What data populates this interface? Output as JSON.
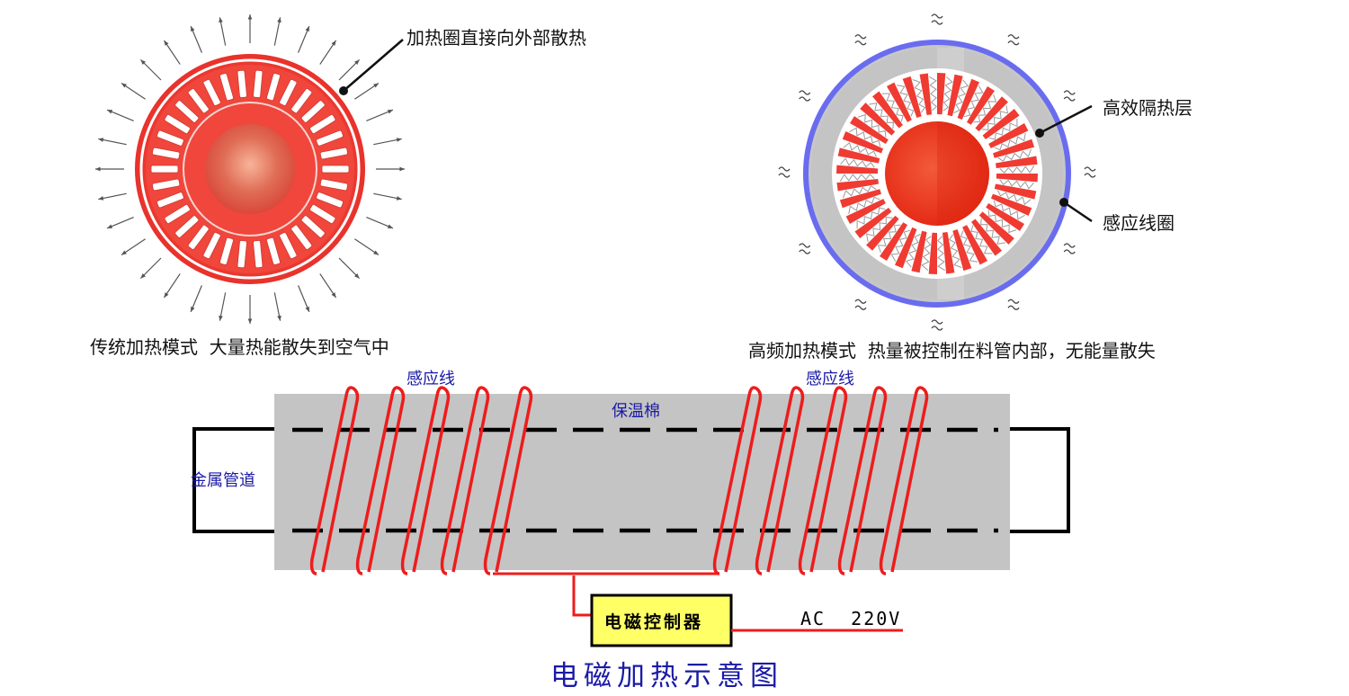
{
  "top_left": {
    "callout": "加热圈直接向外部散热",
    "caption": "传统加热模式  大量热能散失到空气中"
  },
  "top_right": {
    "callout_insulation": "高效隔热层",
    "callout_coil": "感应线圈",
    "caption": "高频加热模式  热量被控制在料管内部，无能量散失"
  },
  "bottom": {
    "coil_left_label": "感应线",
    "coil_right_label": "感应线",
    "insulation_label": "保温棉",
    "pipe_label": "金属管道",
    "controller_label": "电磁控制器",
    "power_label": "AC  220V",
    "title": "电磁加热示意图"
  },
  "colors": {
    "heater_red": "#ef3b32",
    "coil_red": "#ee1c1c",
    "insulation_gray": "#c4c4c4",
    "induction_blue": "#6a6cf0",
    "controller_fill": "#ffff66",
    "label_blue": "#1a1aa6"
  }
}
